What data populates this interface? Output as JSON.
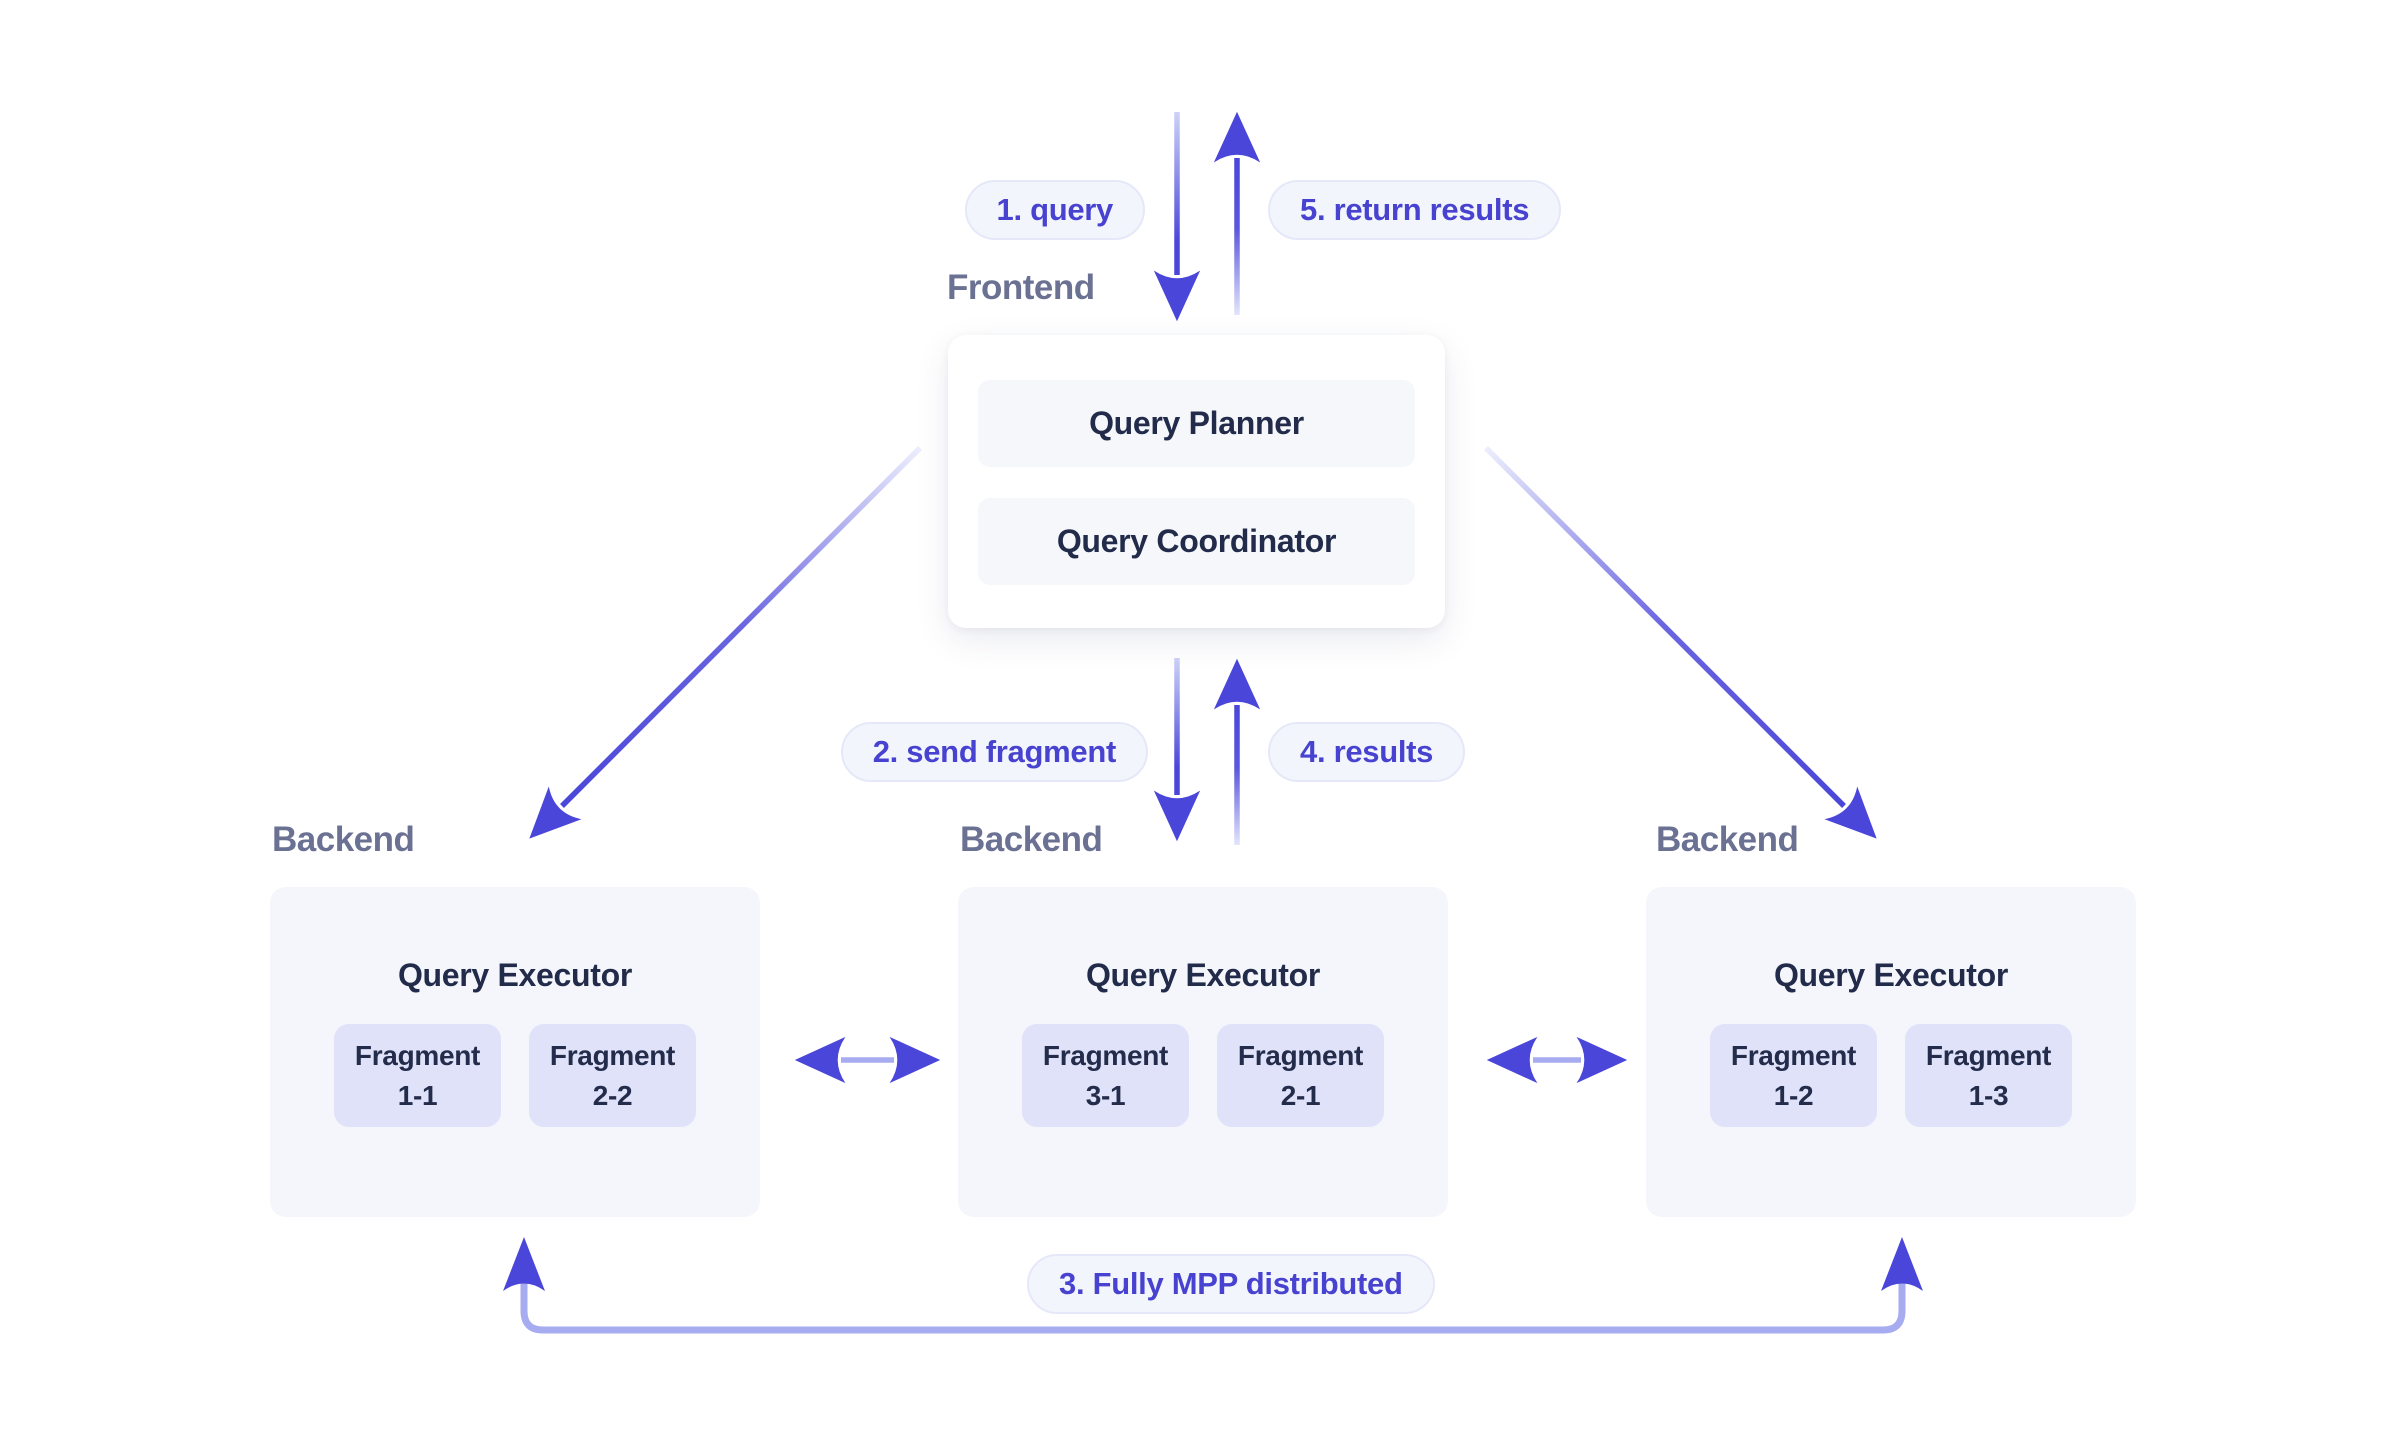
{
  "frontend": {
    "heading": "Frontend",
    "planner": "Query Planner",
    "coordinator": "Query Coordinator"
  },
  "flows": {
    "query": "1. query",
    "return_results": "5. return results",
    "send_fragment": "2. send fragment",
    "results": "4. results",
    "mpp": "3. Fully MPP distributed"
  },
  "backends": [
    {
      "heading": "Backend",
      "executor": "Query Executor",
      "fragments": [
        {
          "word": "Fragment",
          "id": "1-1"
        },
        {
          "word": "Fragment",
          "id": "2-2"
        }
      ]
    },
    {
      "heading": "Backend",
      "executor": "Query Executor",
      "fragments": [
        {
          "word": "Fragment",
          "id": "3-1"
        },
        {
          "word": "Fragment",
          "id": "2-1"
        }
      ]
    },
    {
      "heading": "Backend",
      "executor": "Query Executor",
      "fragments": [
        {
          "word": "Fragment",
          "id": "1-2"
        },
        {
          "word": "Fragment",
          "id": "1-3"
        }
      ]
    }
  ],
  "colors": {
    "arrow_dark": "#4a46d9",
    "arrow_light": "#a7abf0",
    "heading": "#6b7193",
    "pill_text": "#4742d0",
    "pill_bg": "#f3f5fc",
    "pill_border": "#e5e8f8",
    "backend_card_bg": "#f4f6fb",
    "fragment_bg": "#dfe2f8",
    "frontend_box_bg": "#f5f7fb",
    "dark_text": "#222b4a"
  }
}
